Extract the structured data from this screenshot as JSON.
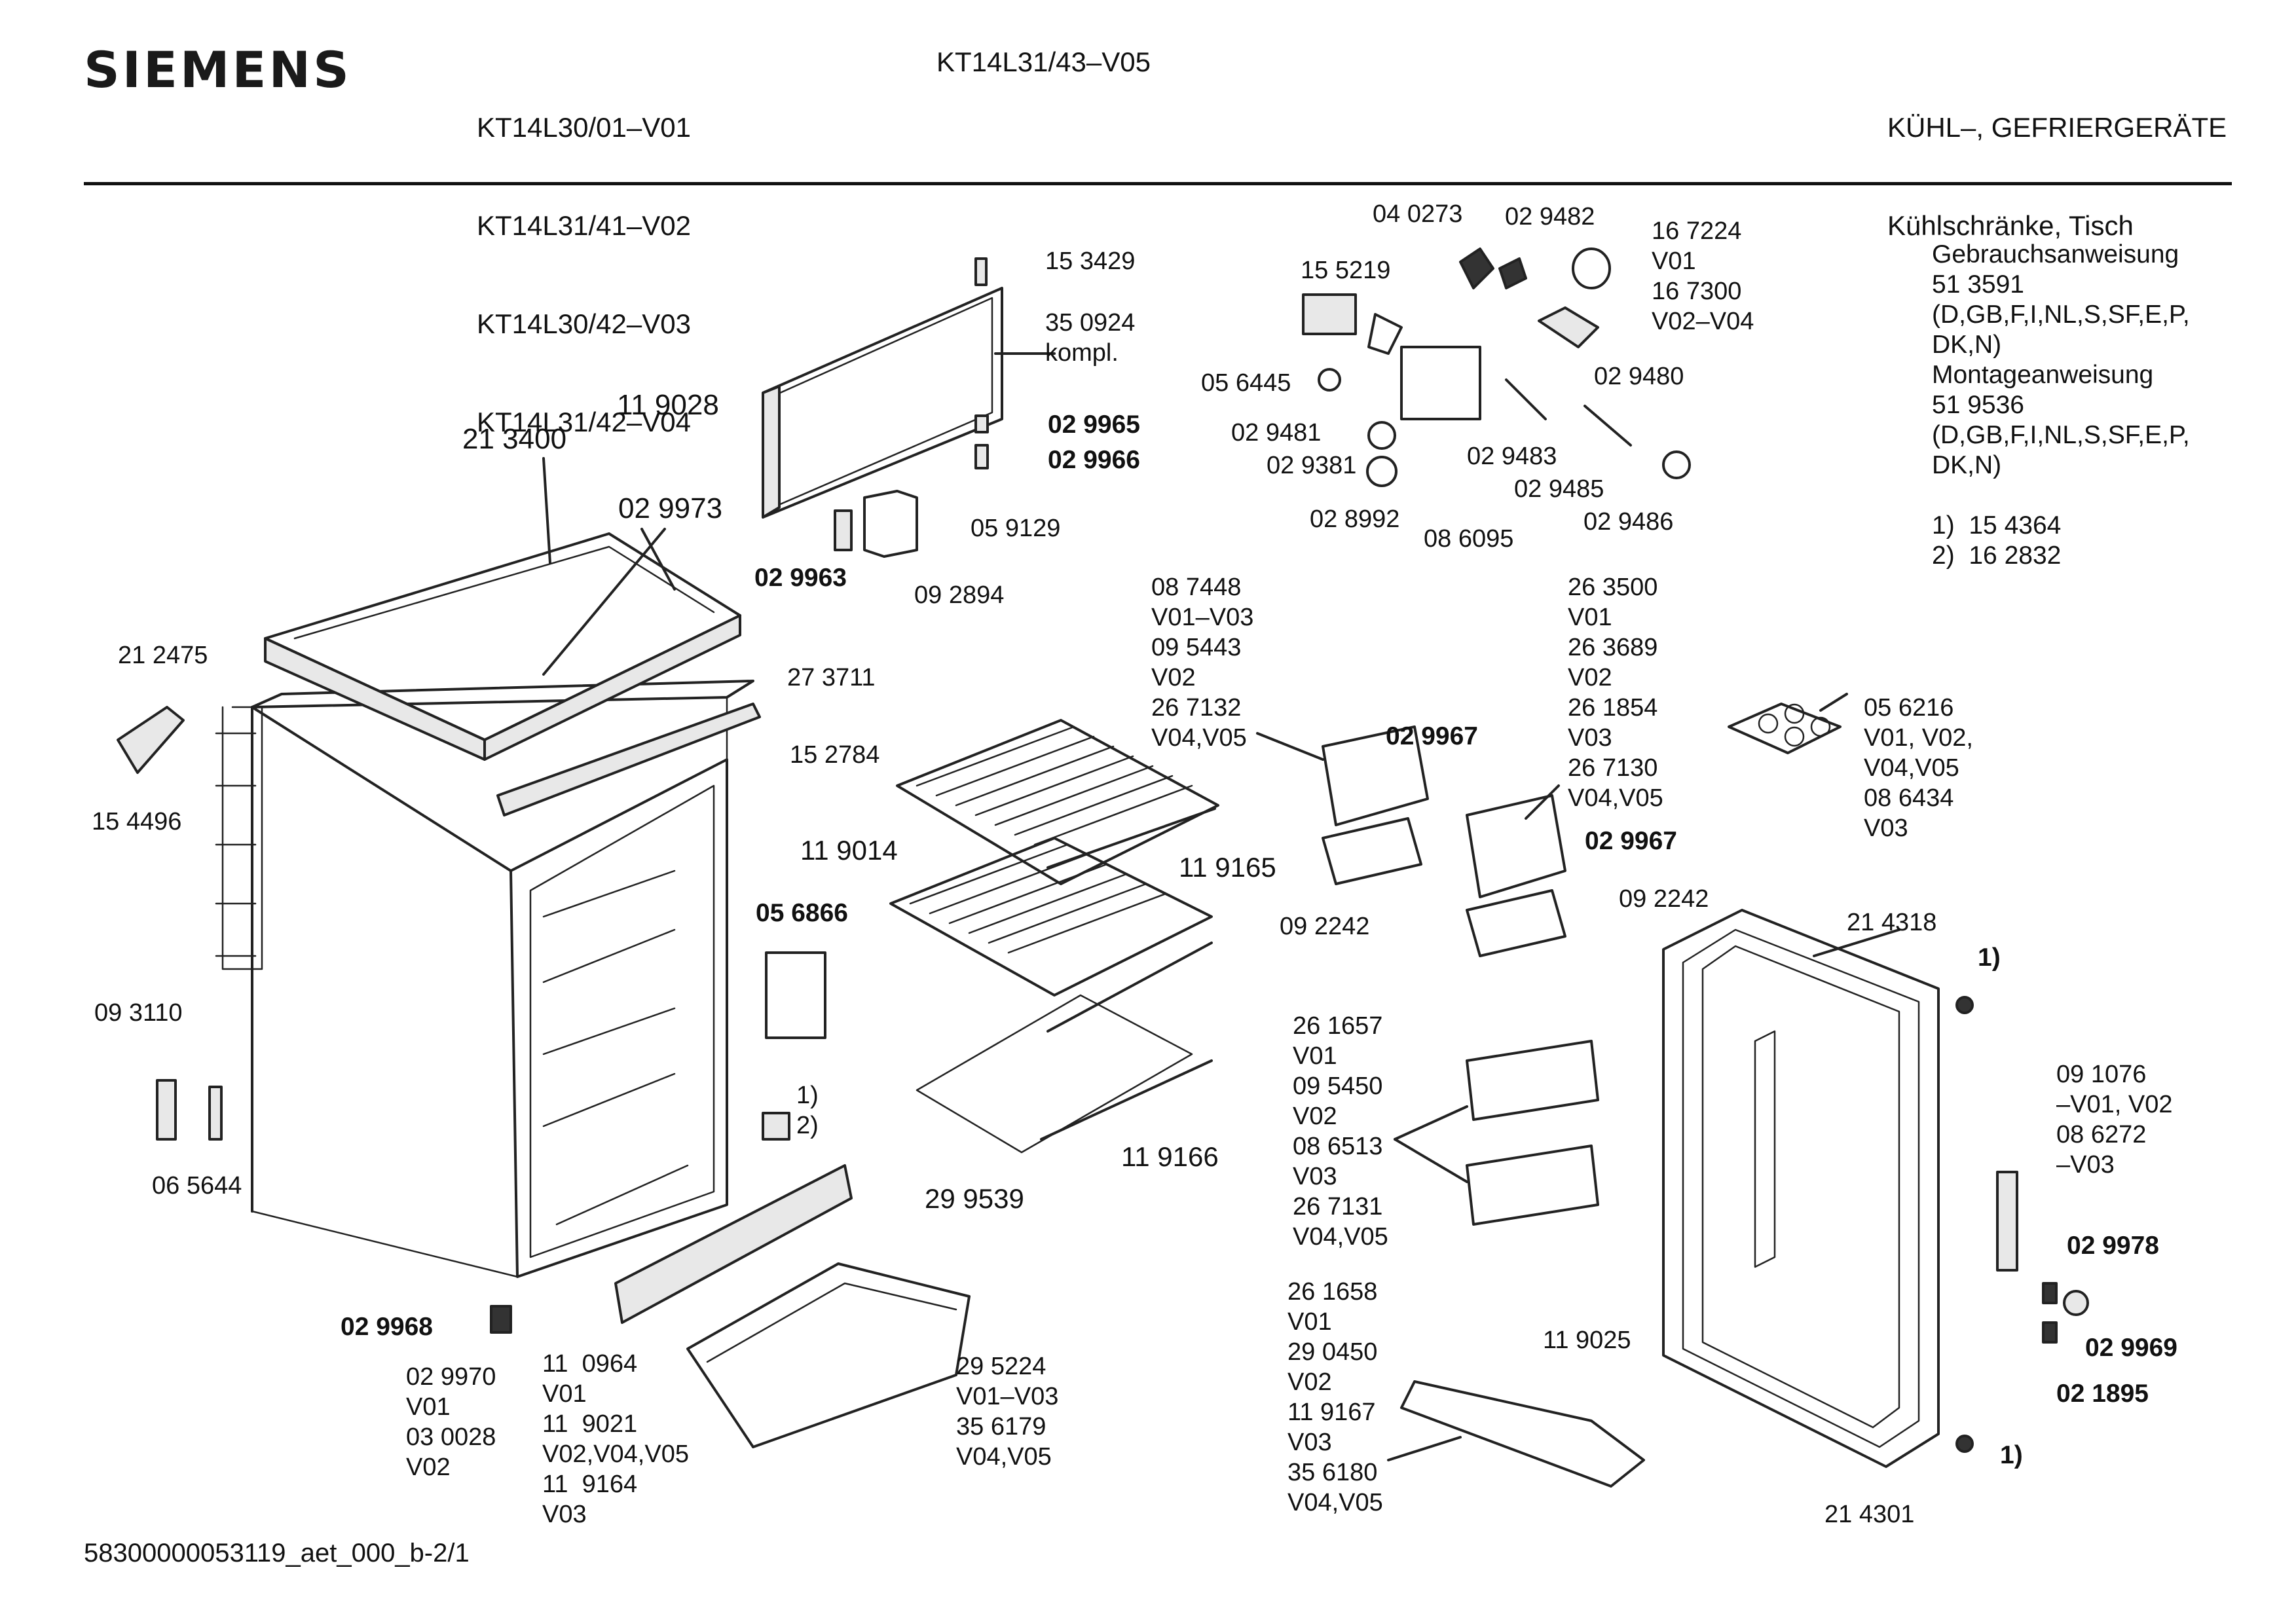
{
  "brand": "SIEMENS",
  "models_left": [
    "KT14L30/01–V01",
    "KT14L31/41–V02",
    "KT14L30/42–V03",
    "KT14L31/42–V04"
  ],
  "model_middle": "KT14L31/43–V05",
  "category": [
    "KÜHL–, GEFRIERGERÄTE",
    "Kühlschränke, Tisch"
  ],
  "info_block": [
    "Gebrauchsanweisung",
    "51 3591",
    "(D,GB,F,I,NL,S,SF,E,P,",
    "DK,N)",
    "Montageanweisung",
    "51 9536",
    "(D,GB,F,I,NL,S,SF,E,P,",
    "DK,N)",
    "",
    "1)  15 4364",
    "2)  16 2832"
  ],
  "footer": "58300000053119_aet_000_b-2/1",
  "labels": {
    "l153429": "15 3429",
    "l350924": "35 0924\nkompl.",
    "l119028": "11 9028",
    "l029965": "02 9965",
    "l029966": "02 9966",
    "l213400": "21 3400",
    "l029973": "02 9973",
    "l059129": "05 9129",
    "l029963": "02 9963",
    "l092894": "09 2894",
    "l212475": "21 2475",
    "l273711": "27 3711",
    "l152784": "15 2784",
    "l154496": "15 4496",
    "l040273": "04 0273",
    "l029482": "02 9482",
    "l167224": "16 7224\nV01\n16 7300\nV02–V04",
    "l155219": "15 5219",
    "l056445": "05 6445",
    "l029480": "02 9480",
    "l029481": "02 9481",
    "l029381": "02 9381",
    "l029483": "02 9483",
    "l029485": "02 9485",
    "l028992": "02 8992",
    "l086095": "08 6095",
    "l029486": "02 9486",
    "l087448": "08 7448\nV01–V03\n09 5443\nV02\n26 7132\nV04,V05",
    "l029967a": "02 9967",
    "l263500": "26 3500\nV01\n26 3689\nV02\n26 1854\nV03\n26 7130\nV04,V05",
    "l029967b": "02 9967",
    "l056216": "05 6216\nV01, V02,\nV04,V05\n08 6434\nV03",
    "l119014": "11 9014",
    "l119165": "11 9165",
    "l056866": "05 6866",
    "l092242a": "09 2242",
    "l092242b": "09 2242",
    "l214318": "21 4318",
    "l1a": "1)",
    "l093110": "09 3110",
    "l065644": "06 5644",
    "l12": "1)\n2)",
    "l119166": "11 9166",
    "l299539": "29 9539",
    "l261657": "26 1657\nV01\n09 5450\nV02\n08 6513\nV03\n26 7131\nV04,V05",
    "l091076": "09 1076\n–V01, V02\n08 6272\n–V03",
    "l029978": "02 9978",
    "l029969": "02 9969",
    "l021895": "02 1895",
    "l029968": "02 9968",
    "l029970": "02 9970\nV01\n03 0028\nV02",
    "l110964": "11  0964\nV01\n11  9021\nV02,V04,V05\n11  9164\nV03",
    "l295224": "29 5224\nV01–V03\n35 6179\nV04,V05",
    "l261658": "26 1658\nV01\n29 0450\nV02\n11 9167\nV03\n35 6180\nV04,V05",
    "l119025": "11 9025",
    "l1b": "1)",
    "l214301": "21 4301"
  }
}
